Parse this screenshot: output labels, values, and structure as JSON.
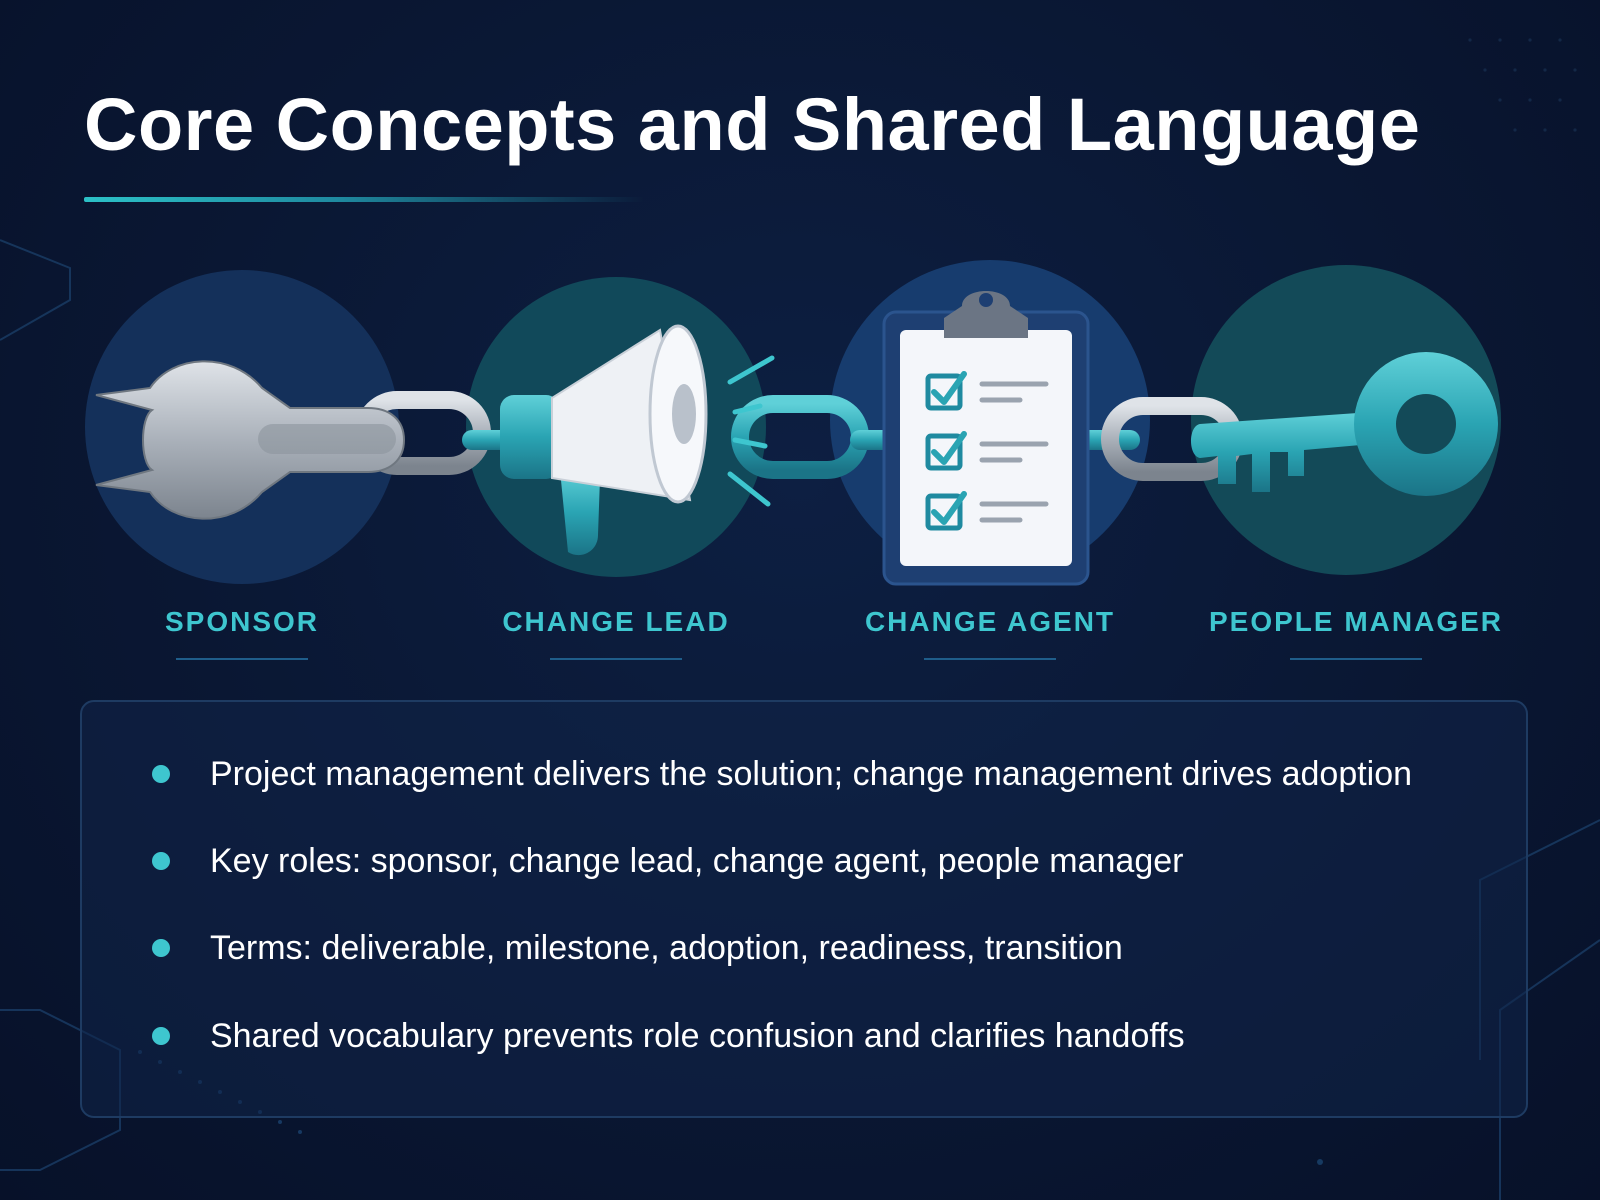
{
  "title": "Core Concepts and Shared Language",
  "roles": [
    {
      "label": "SPONSOR",
      "icon": "wrench-icon"
    },
    {
      "label": "CHANGE LEAD",
      "icon": "megaphone-icon"
    },
    {
      "label": "CHANGE AGENT",
      "icon": "clipboard-checklist-icon"
    },
    {
      "label": "PEOPLE MANAGER",
      "icon": "key-icon"
    }
  ],
  "bullets": [
    "Project management delivers the solution; change management drives adoption",
    "Key roles: sponsor, change lead, change agent, people manager",
    "Terms: deliverable, milestone, adoption, readiness, transition",
    "Shared vocabulary prevents role confusion and clarifies handoffs"
  ],
  "colors": {
    "background": "#0a1733",
    "accent": "#3ec6cf",
    "teal_dark": "#1f8aa0",
    "steel": "#b9bfc7",
    "panel_border": "#1e3b62"
  }
}
